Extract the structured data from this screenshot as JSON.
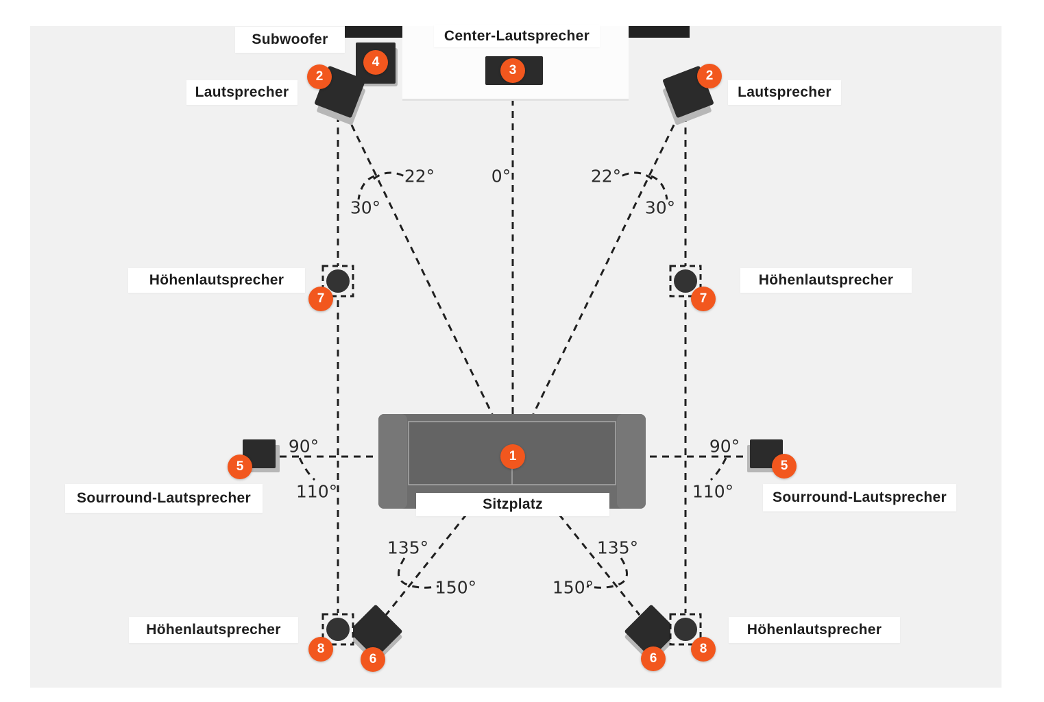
{
  "colors": {
    "accent": "#f2571e",
    "speaker_dark": "#2b2b2b",
    "room_panel": "#f1f1f1",
    "guide_line": "#1f1f1f"
  },
  "labels": {
    "subwoofer": "Subwoofer",
    "center": "Center-Lautsprecher",
    "front_left": "Lautsprecher",
    "front_right": "Lautsprecher",
    "height_mid_left": "Höhenlautsprecher",
    "height_mid_right": "Höhenlautsprecher",
    "surround_left": "Sourround-Lautsprecher",
    "surround_right": "Sourround-Lautsprecher",
    "height_rear_left": "Höhenlautsprecher",
    "height_rear_right": "Höhenlautsprecher",
    "seat": "Sitzplatz"
  },
  "angles": {
    "center_0": "0°",
    "front_left_22": "22°",
    "front_left_30": "30°",
    "front_right_22": "22°",
    "front_right_30": "30°",
    "side_left_90": "90°",
    "side_left_110": "110°",
    "side_right_90": "90°",
    "side_right_110": "110°",
    "rear_left_135": "135°",
    "rear_left_150": "150°",
    "rear_right_135": "135°",
    "rear_right_150": "150°"
  },
  "markers": {
    "seat": "1",
    "front_left": "2",
    "front_right": "2",
    "center": "3",
    "subwoofer": "4",
    "surround_left": "5",
    "surround_right": "5",
    "rear_left": "6",
    "rear_right": "6",
    "height_mid_left": "7",
    "height_mid_right": "7",
    "height_rear_left": "8",
    "height_rear_right": "8"
  }
}
